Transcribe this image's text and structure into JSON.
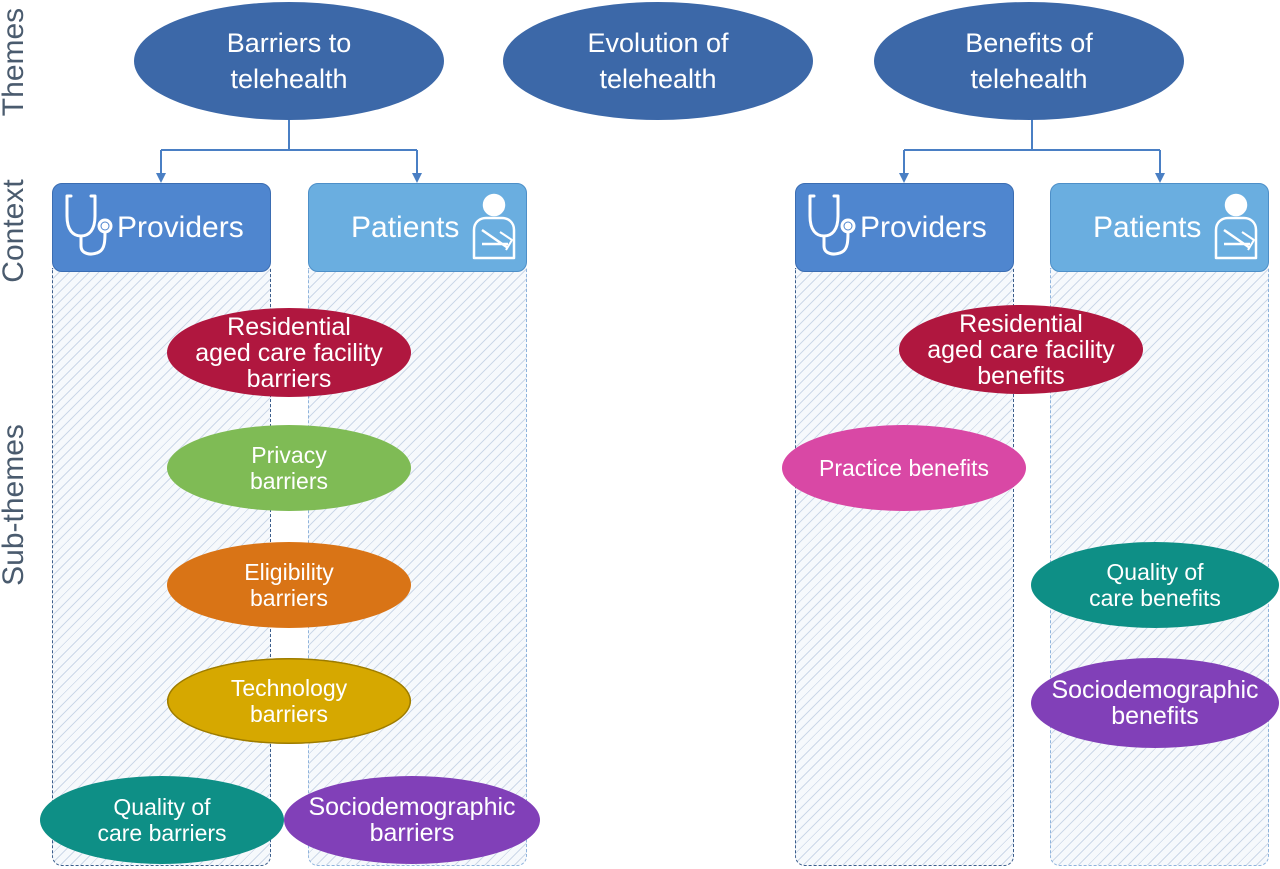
{
  "side_labels": {
    "themes": "Themes",
    "context": "Context",
    "subthemes": "Sub-themes"
  },
  "themes": [
    {
      "label": "Barriers to\ntelehealth",
      "color": "#3c68a8"
    },
    {
      "label": "Evolution of\ntelehealth",
      "color": "#3c68a8"
    },
    {
      "label": "Benefits of\ntelehealth",
      "color": "#3c68a8"
    }
  ],
  "context": {
    "barriers": {
      "providers": "Providers",
      "patients": "Patients"
    },
    "benefits": {
      "providers": "Providers",
      "patients": "Patients"
    }
  },
  "icons": {
    "providers": "stethoscope-icon",
    "patients": "patient-arm-sling-icon"
  },
  "subthemes": {
    "barriers": [
      {
        "label": "Residential\naged care facility\nbarriers",
        "color": "#b0173f"
      },
      {
        "label": "Privacy\nbarriers",
        "color": "#7fbb55"
      },
      {
        "label": "Eligibility\nbarriers",
        "color": "#d97416"
      },
      {
        "label": "Technology\nbarriers",
        "color": "#d6a800"
      },
      {
        "label": "Quality of\ncare barriers",
        "color": "#0e8f86"
      },
      {
        "label": "Sociodemographic\nbarriers",
        "color": "#8140b8"
      }
    ],
    "benefits": [
      {
        "label": "Residential\naged care facility\nbenefits",
        "color": "#b0173f"
      },
      {
        "label": "Practice benefits",
        "color": "#d948a5"
      },
      {
        "label": "Quality of\ncare benefits",
        "color": "#0e8f86"
      },
      {
        "label": "Sociodemographic\nbenefits",
        "color": "#8140b8"
      }
    ]
  },
  "colors": {
    "theme": "#3c68a8",
    "providers_box": "#4f86cf",
    "patients_box": "#6aaee0",
    "connector": "#4a7fc4",
    "side_label": "#4a5b6e"
  }
}
